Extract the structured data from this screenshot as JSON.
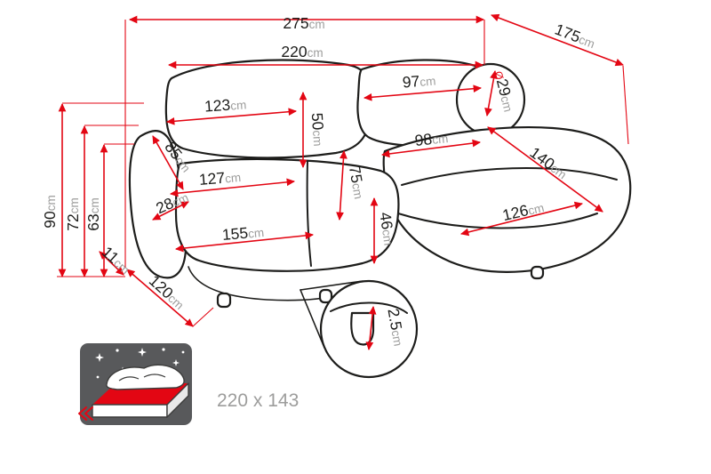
{
  "dims": {
    "d275": {
      "num": "275",
      "unit": "cm"
    },
    "d175": {
      "num": "175",
      "unit": "cm"
    },
    "d220": {
      "num": "220",
      "unit": "cm"
    },
    "d123": {
      "num": "123",
      "unit": "cm"
    },
    "d50": {
      "num": "50",
      "unit": "cm"
    },
    "d97": {
      "num": "97",
      "unit": "cm"
    },
    "d29": {
      "symbol": "Ø",
      "num": "29",
      "unit": "cm"
    },
    "d85": {
      "num": "85",
      "unit": "cm"
    },
    "d98": {
      "num": "98",
      "unit": "cm"
    },
    "d140": {
      "num": "140",
      "unit": "cm"
    },
    "d127": {
      "num": "127",
      "unit": "cm"
    },
    "d75": {
      "num": "75",
      "unit": "cm"
    },
    "d28": {
      "num": "28",
      "unit": "cm"
    },
    "d126": {
      "num": "126",
      "unit": "cm"
    },
    "d155": {
      "num": "155",
      "unit": "cm"
    },
    "d46": {
      "num": "46",
      "unit": "cm"
    },
    "d90": {
      "num": "90",
      "unit": "cm"
    },
    "d72": {
      "num": "72",
      "unit": "cm"
    },
    "d63": {
      "num": "63",
      "unit": "cm"
    },
    "d11": {
      "num": "11",
      "unit": "cm"
    },
    "d120": {
      "num": "120",
      "unit": "cm"
    },
    "d2_5": {
      "num": "2.5",
      "unit": "cm"
    }
  },
  "sleeping": {
    "icon": "sofa-bed-night-icon",
    "label": "220 x 143"
  },
  "colors": {
    "dimension_red": "#e30613",
    "outline_black": "#1d1d1b",
    "unit_gray": "#9d9d9c",
    "icon_background": "#58595b"
  }
}
